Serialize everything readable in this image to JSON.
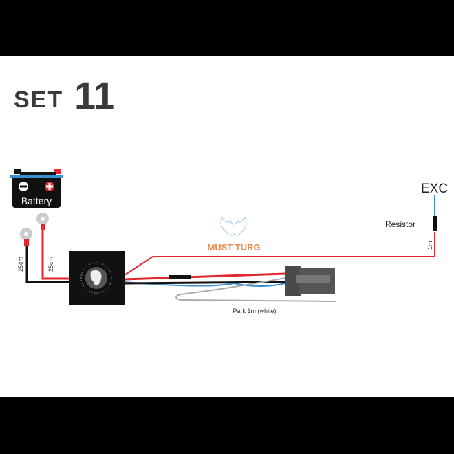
{
  "title": {
    "prefix": "SET",
    "number": "11"
  },
  "battery": {
    "label": "Battery",
    "minus": "−",
    "plus": "+"
  },
  "labels": {
    "neg_length": "25cm",
    "pos_length": "25cm",
    "exc": "EXC",
    "resistor": "Resistor",
    "resistor_length": "1m",
    "park": "Park 1m (white)"
  },
  "watermark": "MUST TURG",
  "colors": {
    "red": "#e0282e",
    "black": "#111111",
    "blue": "#3a8fd0",
    "watermark": "#ee8a4a"
  }
}
